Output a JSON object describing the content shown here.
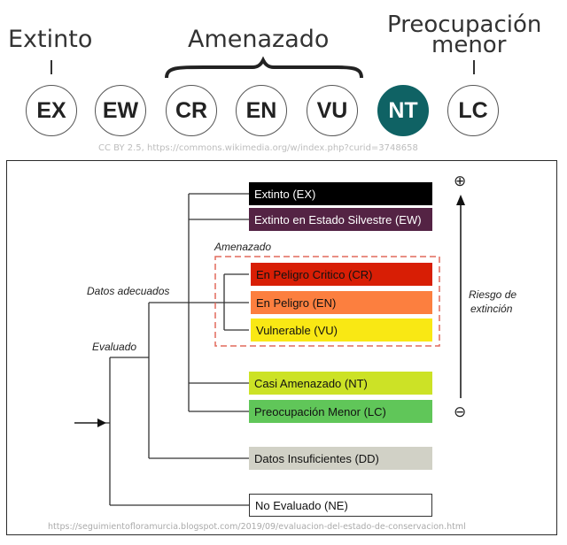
{
  "header": {
    "groups": {
      "extinct": "Extinto",
      "threatened": "Amenazado",
      "least_concern": "Preocupación menor"
    },
    "least_concern_line1": "Preocupación",
    "least_concern_line2": "menor",
    "categories": [
      "EX",
      "EW",
      "CR",
      "EN",
      "VU",
      "NT",
      "LC"
    ],
    "highlight": "NT",
    "highlight_color": "#0f6264",
    "credit": "CC BY 2.5, https://commons.wikimedia.org/w/index.php?curid=3748658"
  },
  "chart": {
    "boxes": {
      "ex": "Extinto (EX)",
      "ew": "Extinto en Estado Silvestre (EW)",
      "cr": "En Peligro Critico (CR)",
      "en": "En Peligro (EN)",
      "vu": "Vulnerable (VU)",
      "nt": "Casi Amenazado (NT)",
      "lc": "Preocupación Menor (LC)",
      "dd": "Datos Insuficientes (DD)",
      "ne": "No Evaluado (NE)"
    },
    "colors": {
      "ex": "#000000",
      "ew": "#542344",
      "cr": "#d81e05",
      "en": "#fc7f3f",
      "vu": "#f9e814",
      "nt": "#cce226",
      "lc": "#60c659",
      "dd": "#d1d1c6",
      "ne": "#ffffff"
    },
    "labels": {
      "threatened": "Amenazado",
      "adequate_data": "Datos adecuados",
      "evaluated": "Evaluado",
      "risk": "Riesgo de",
      "risk2": "extinción"
    },
    "risk_high_symbol": "⊕",
    "risk_low_symbol": "⊖",
    "credit": "https://seguimientofloramurcia.blogspot.com/2019/09/evaluacion-del-estado-de-conservacion.html"
  }
}
